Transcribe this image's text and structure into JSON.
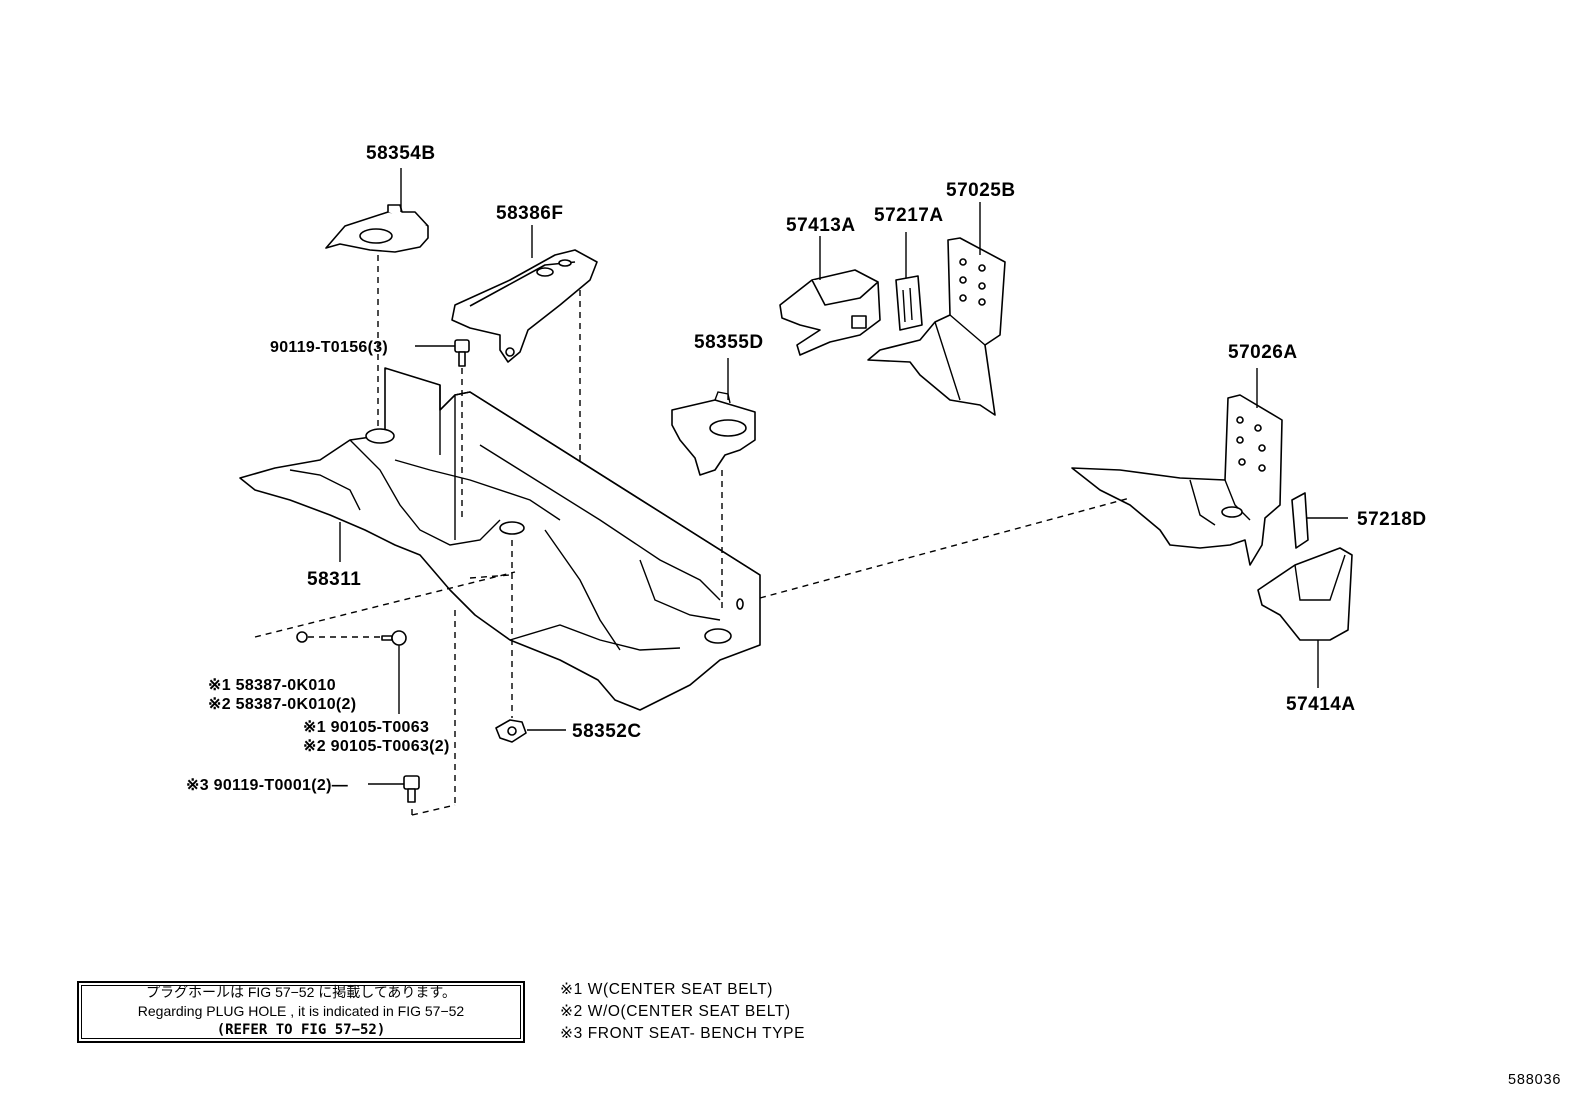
{
  "labels": {
    "p58354B": "58354B",
    "p58386F": "58386F",
    "p57413A": "57413A",
    "p57217A": "57217A",
    "p57025B": "57025B",
    "p58355D": "58355D",
    "p57026A": "57026A",
    "p57218D": "57218D",
    "p57414A": "57414A",
    "p58311": "58311",
    "p58352C": "58352C",
    "bolt_t0156": "90119-T0156(3)",
    "nut1": "※1 58387-0K010",
    "nut2": "※2 58387-0K010(2)",
    "screw1": "※1 90105-T0063",
    "screw2": "※2 90105-T0063(2)",
    "bolt3": "※3 90119-T0001(2)—"
  },
  "note": {
    "line1": "プラグホールは FIG 57−52 に掲載してあります。",
    "line2": "Regarding  PLUG  HOLE , it is indicated in FIG  57−52",
    "line3": "(REFER TO FIG 57−52)"
  },
  "legend": [
    "※1 W(CENTER SEAT BELT)",
    "※2 W/O(CENTER SEAT BELT)",
    "※3 FRONT SEAT- BENCH TYPE"
  ],
  "figure_number": "588036"
}
